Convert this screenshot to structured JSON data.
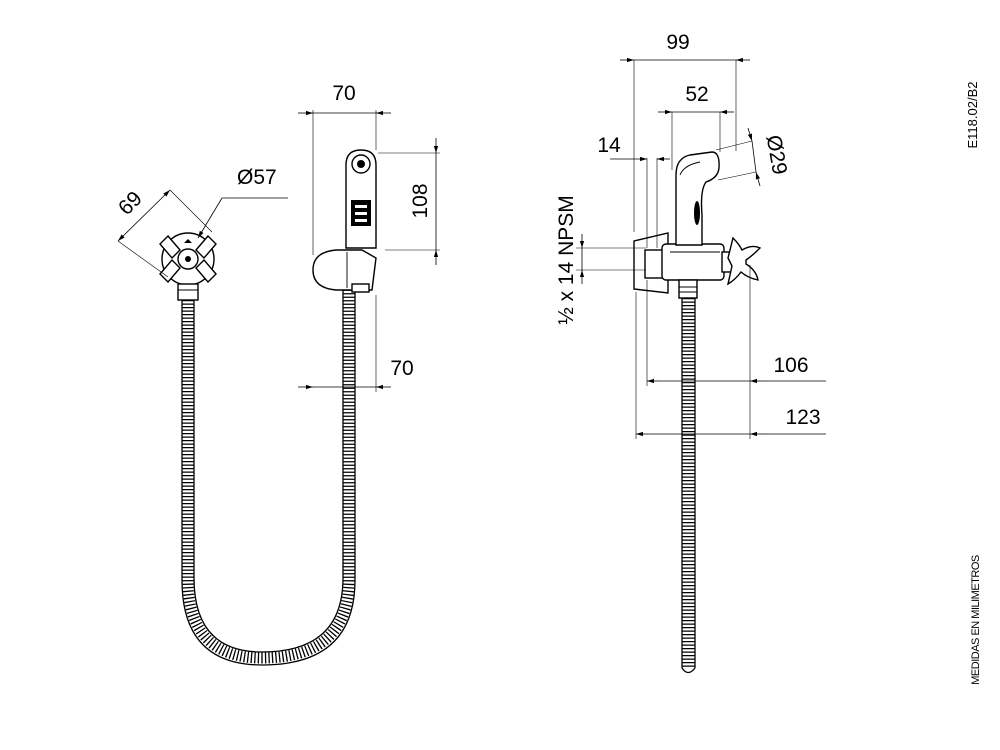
{
  "drawing": {
    "code": "E118.02/B2",
    "units_note": "MEDIDAS EN MILIMETROS",
    "thread_label": "½ x 14 NPSM"
  },
  "front_view": {
    "dims": {
      "cross_handle_size": "69",
      "handle_diameter": "Ø57",
      "holder_width": "70",
      "head_height": "108",
      "hose_offset": "70"
    }
  },
  "side_view": {
    "dims": {
      "overall_width": "99",
      "head_width": "52",
      "plate_offset": "14",
      "head_diameter": "Ø29",
      "valve_depth": "106",
      "total_depth": "123"
    }
  }
}
